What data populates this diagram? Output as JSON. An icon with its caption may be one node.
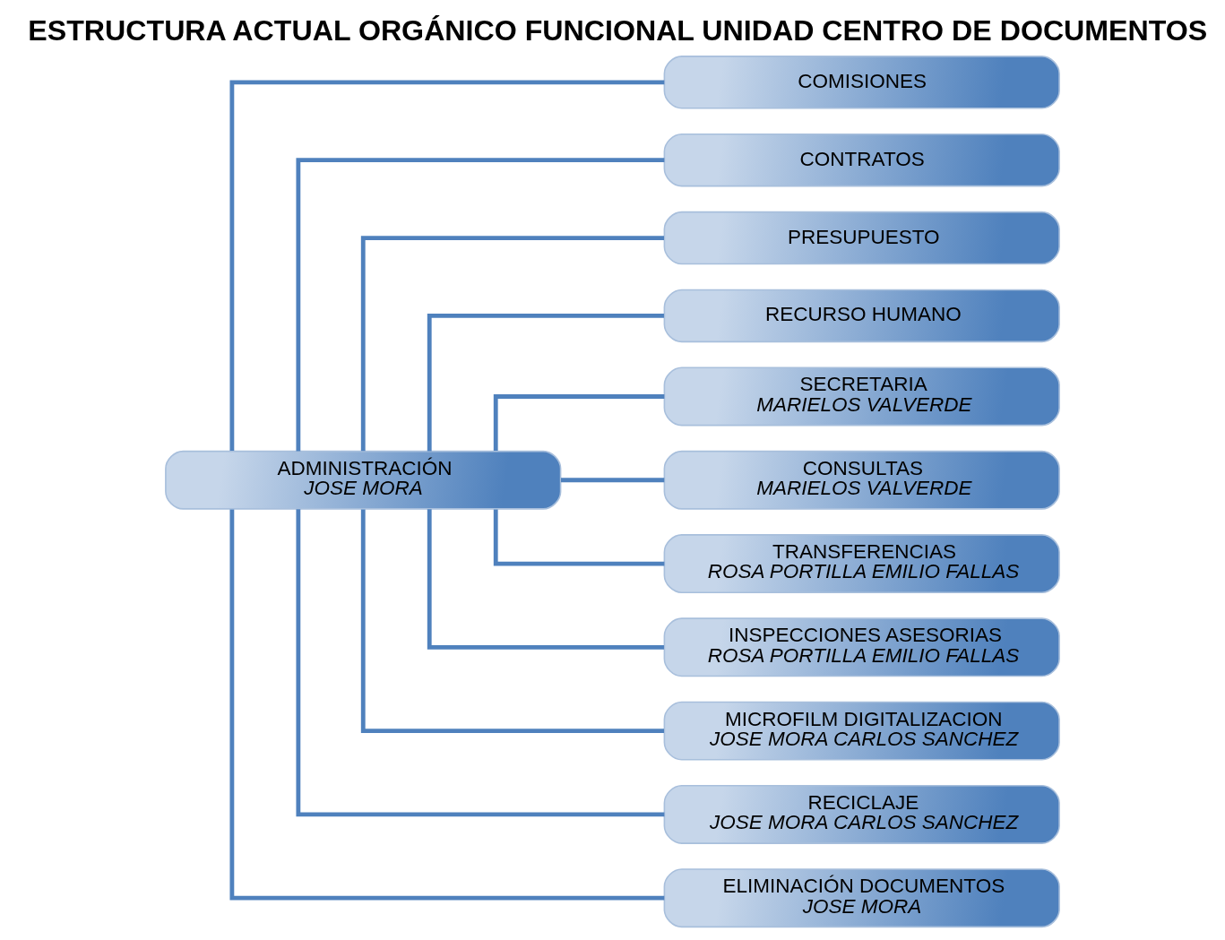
{
  "diagram": {
    "title": "ESTRUCTURA ACTUAL ORGÁNICO FUNCIONAL UNIDAD CENTRO DE DOCUMENTOS",
    "nodes": [
      {
        "text": [
          "ADMINISTRACIÓN",
          "JOSE MORA"
        ]
      },
      {
        "text": [
          "COMISIONES"
        ]
      },
      {
        "text": [
          "CONTRATOS"
        ]
      },
      {
        "text": [
          "PRESUPUESTO"
        ]
      },
      {
        "text": [
          "RECURSO HUMANO"
        ]
      },
      {
        "text": [
          "SECRETARIA",
          "MARIELOS VALVERDE"
        ]
      },
      {
        "text": [
          "CONSULTAS",
          "MARIELOS VALVERDE"
        ]
      },
      {
        "text": [
          "TRANSFERENCIAS",
          "ROSA PORTILLA EMILIO FALLAS"
        ]
      },
      {
        "text": [
          "INSPECCIONES ASESORIAS",
          "ROSA PORTILLA EMILIO FALLAS"
        ]
      },
      {
        "text": [
          "MICROFILM DIGITALIZACION",
          "JOSE MORA CARLOS SANCHEZ"
        ]
      },
      {
        "text": [
          "RECICLAJE",
          "JOSE MORA CARLOS SANCHEZ"
        ]
      },
      {
        "text": [
          "ELIMINACIÓN DOCUMENTOS",
          "JOSE MORA"
        ]
      }
    ],
    "edges": [
      {
        "from": 0,
        "to": 1,
        "arrow": "none"
      },
      {
        "from": 0,
        "to": 2,
        "arrow": "none"
      },
      {
        "from": 0,
        "to": 3,
        "arrow": "none"
      },
      {
        "from": 0,
        "to": 4,
        "arrow": "none"
      },
      {
        "from": 0,
        "to": 5,
        "arrow": "none"
      },
      {
        "from": 0,
        "to": 6,
        "arrow": "none"
      },
      {
        "from": 0,
        "to": 7,
        "arrow": "none"
      },
      {
        "from": 0,
        "to": 8,
        "arrow": "none"
      },
      {
        "from": 0,
        "to": 9,
        "arrow": "none"
      },
      {
        "from": 0,
        "to": 10,
        "arrow": "none"
      },
      {
        "from": 0,
        "to": 11,
        "arrow": "none"
      }
    ]
  }
}
